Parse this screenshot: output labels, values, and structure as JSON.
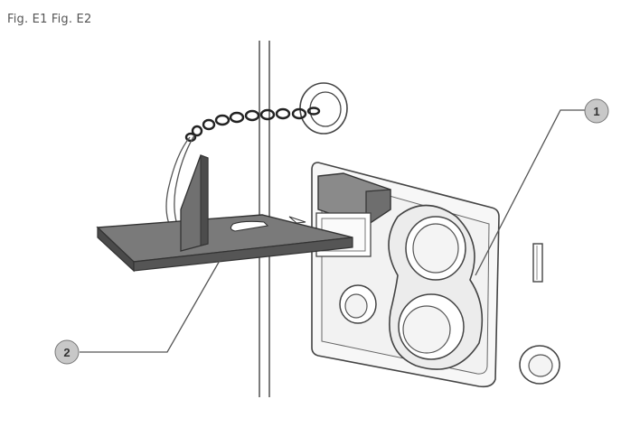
{
  "caption": "Fig. E1 Fig. E2",
  "callouts": [
    {
      "label": "1",
      "target": "switch-and-socket-plate"
    },
    {
      "label": "2",
      "target": "locking-tab"
    }
  ],
  "colors": {
    "line": "#444444",
    "plate_fill": "#6b6b6b",
    "plate_edge": "#3a3a3a",
    "housing_fill": "#f2f2f2",
    "rocker_fill": "#8a8a8a",
    "callout_fill": "#c8c8c8"
  }
}
